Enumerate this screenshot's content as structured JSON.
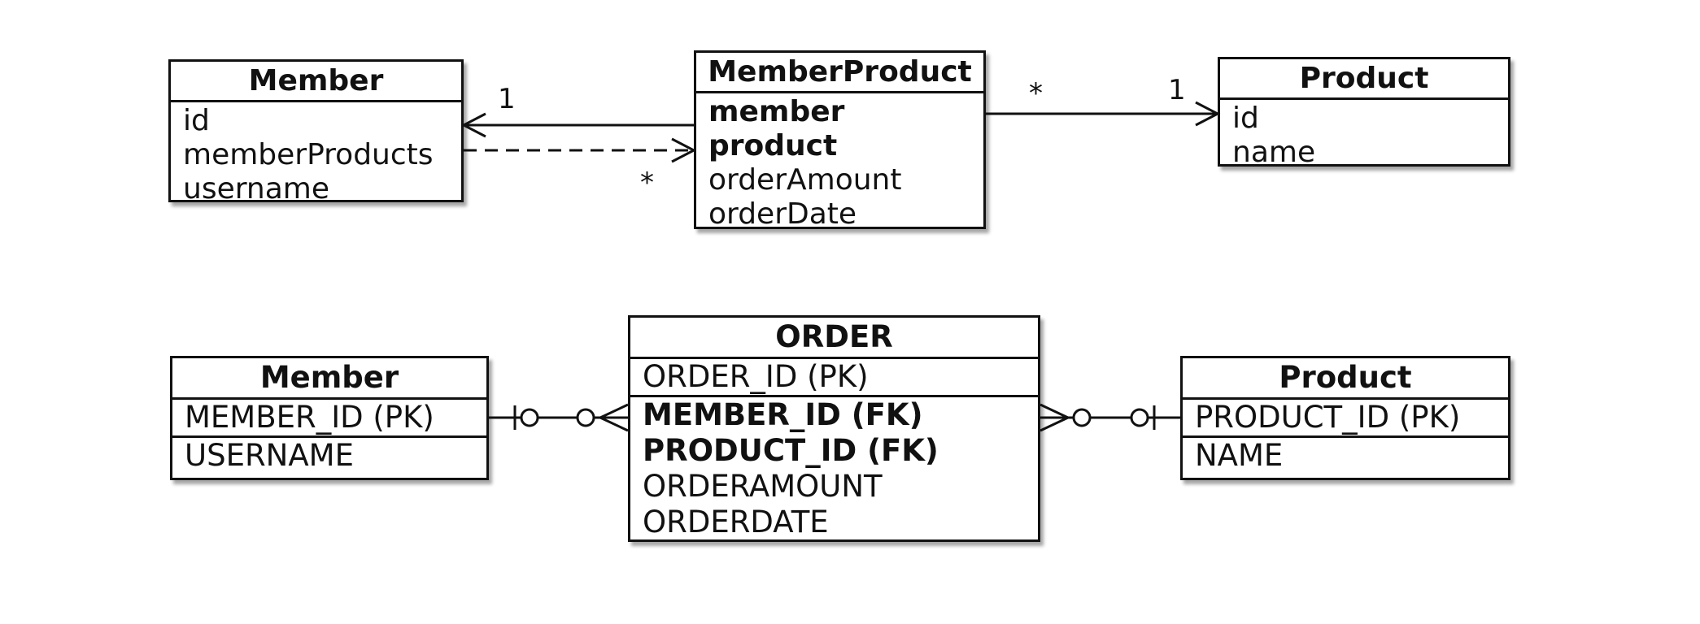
{
  "uml": {
    "member": {
      "title": "Member",
      "fields": [
        "id",
        "memberProducts",
        "username"
      ]
    },
    "member_product": {
      "title": "MemberProduct",
      "bold_fields": [
        "member",
        "product"
      ],
      "fields": [
        "orderAmount",
        "orderDate"
      ]
    },
    "product": {
      "title": "Product",
      "fields": [
        "id",
        "name"
      ]
    },
    "multiplicities": {
      "member_side": "1",
      "member_products_side": "*",
      "mp_product_many": "*",
      "mp_product_one": "1"
    }
  },
  "er": {
    "member": {
      "title": "Member",
      "pk": "MEMBER_ID (PK)",
      "fields": [
        "USERNAME"
      ]
    },
    "order": {
      "title": "ORDER",
      "pk": "ORDER_ID (PK)",
      "fk_fields": [
        "MEMBER_ID (FK)",
        "PRODUCT_ID (FK)"
      ],
      "fields": [
        "ORDERAMOUNT",
        "ORDERDATE"
      ]
    },
    "product": {
      "title": "Product",
      "pk": "PRODUCT_ID (PK)",
      "fields": [
        "NAME"
      ]
    }
  }
}
